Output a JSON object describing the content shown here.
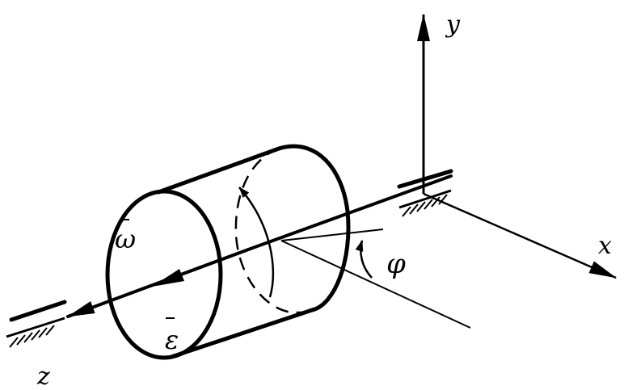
{
  "labels": {
    "y_axis": "y",
    "x_axis": "x",
    "z_axis": "z",
    "omega": "ω",
    "epsilon": "ε",
    "phi": "φ"
  },
  "colors": {
    "stroke": "#000000",
    "background": "#ffffff"
  }
}
